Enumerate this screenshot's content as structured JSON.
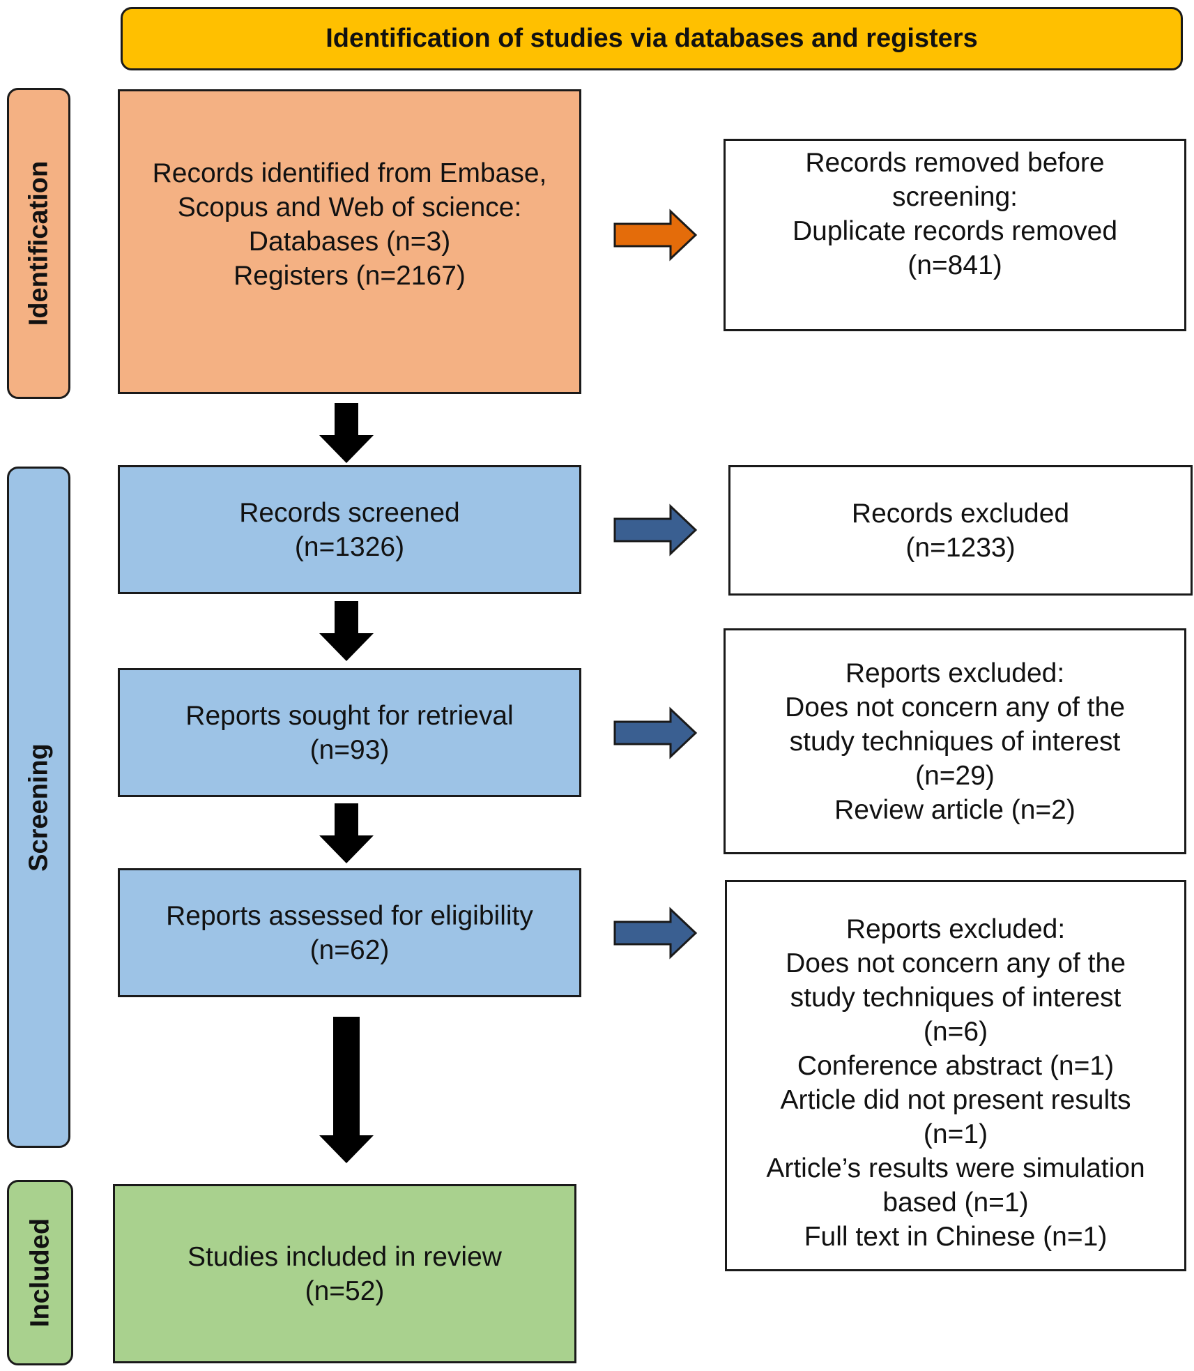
{
  "header": {
    "title": "Identification of studies via databases and registers",
    "color": "#FFC000"
  },
  "phases": {
    "identification": {
      "label": "Identification",
      "color": "#F4B183"
    },
    "screening": {
      "label": "Screening",
      "color": "#9DC3E6"
    },
    "included": {
      "label": "Included",
      "color": "#A9D18E"
    }
  },
  "boxes": {
    "records_identified": {
      "lines": [
        "Records identified from Embase,",
        "Scopus and Web of science:",
        "Databases (n=3)",
        "Registers (n=2167)"
      ]
    },
    "records_removed": {
      "lines": [
        "Records removed before",
        "screening:",
        "Duplicate records removed",
        "(n=841)"
      ]
    },
    "records_screened": {
      "lines": [
        "Records screened",
        "(n=1326)"
      ]
    },
    "records_excluded": {
      "lines": [
        "Records excluded",
        "(n=1233)"
      ]
    },
    "reports_sought": {
      "lines": [
        "Reports sought for retrieval",
        "(n=93)"
      ]
    },
    "reports_excluded_1": {
      "lines": [
        "Reports excluded:",
        "Does not concern any of the",
        "study techniques of interest",
        "(n=29)",
        "Review article (n=2)"
      ]
    },
    "reports_assessed": {
      "lines": [
        "Reports assessed for eligibility",
        "(n=62)"
      ]
    },
    "reports_excluded_2": {
      "lines": [
        "Reports excluded:",
        "Does not concern any of the",
        "study techniques of interest",
        "(n=6)",
        "Conference abstract (n=1)",
        "Article did not present results",
        "(n=1)",
        "Article’s results were simulation",
        "based (n=1)",
        "Full text in Chinese (n=1)"
      ]
    },
    "studies_included": {
      "lines": [
        "Studies included in review",
        "(n=52)"
      ]
    }
  },
  "arrow_colors": {
    "orange": "#E46C0A",
    "blue": "#3A5F91",
    "black": "#000000"
  }
}
